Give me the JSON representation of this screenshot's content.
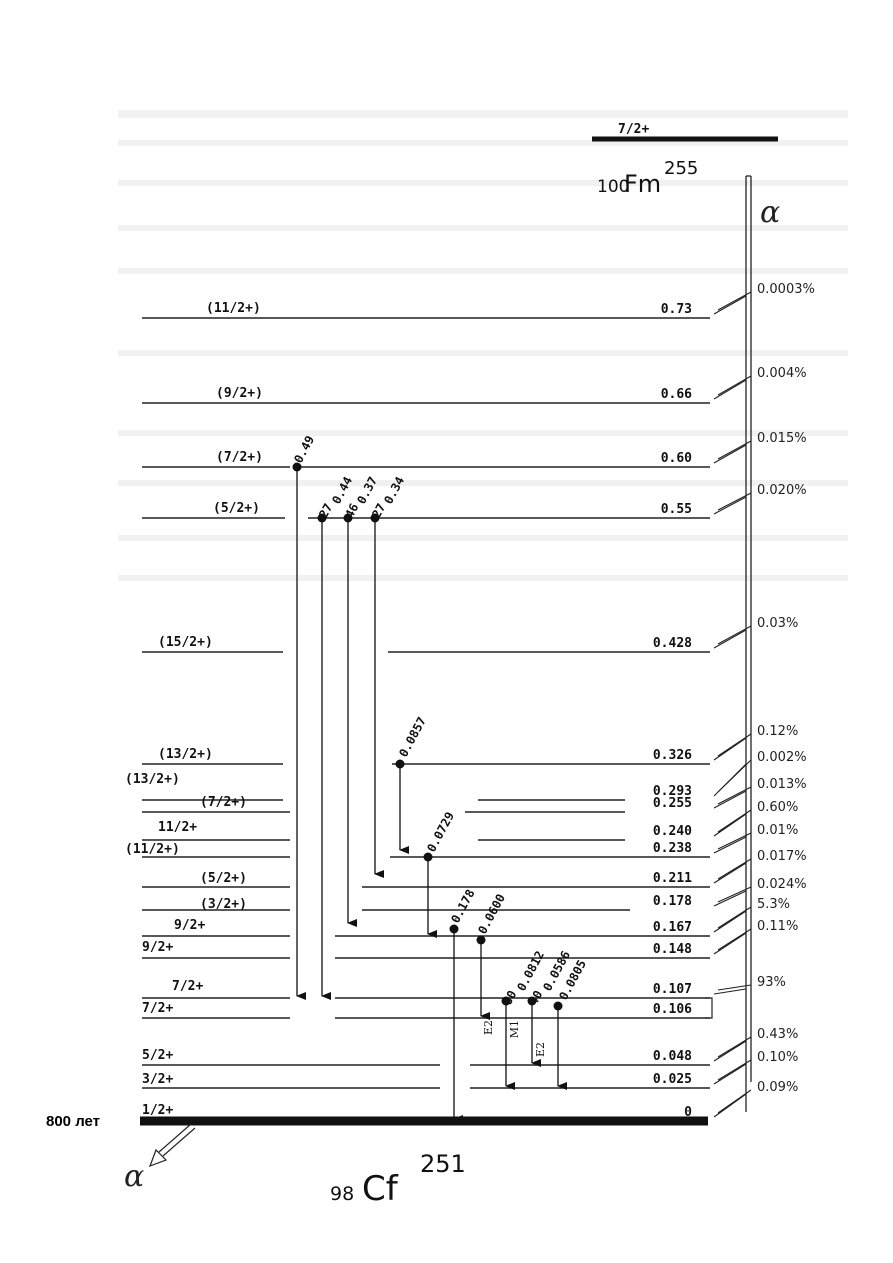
{
  "parent": {
    "z": "100",
    "symbol": "Fm",
    "a": "255",
    "spin": "7/2+"
  },
  "daughter": {
    "z": "98",
    "symbol": "Cf",
    "a": "251",
    "half_life": "800 лет"
  },
  "alpha_symbol": "α",
  "levels": [
    {
      "energy": "0.73",
      "spin": "(11/2+)",
      "alpha": "0.0003%"
    },
    {
      "energy": "0.66",
      "spin": "(9/2+)",
      "alpha": "0.004%"
    },
    {
      "energy": "0.60",
      "spin": "(7/2+)",
      "alpha": "0.015%"
    },
    {
      "energy": "0.55",
      "spin": "(5/2+)",
      "alpha": "0.020%"
    },
    {
      "energy": "0.428",
      "spin": "(15/2+)",
      "alpha": "0.03%"
    },
    {
      "energy": "0.326",
      "spin": "(13/2+)",
      "alpha": "0.12%"
    },
    {
      "energy": "0.293",
      "spin": "(13/2+)",
      "alpha": "0.002%"
    },
    {
      "energy": "0.255",
      "spin": "(7/2+)",
      "alpha": "0.013%"
    },
    {
      "energy": "0.240",
      "spin": "11/2+",
      "alpha": "0.60%"
    },
    {
      "energy": "0.238",
      "spin": "(11/2+)",
      "alpha": "0.01%"
    },
    {
      "energy": "0.211",
      "spin": "(5/2+)",
      "alpha": "0.017%"
    },
    {
      "energy": "0.178",
      "spin": "(3/2+)",
      "alpha": "0.024%"
    },
    {
      "energy": "0.167",
      "spin": "9/2+",
      "alpha": "5.3%"
    },
    {
      "energy": "0.148",
      "spin": "9/2+",
      "alpha": "0.11%"
    },
    {
      "energy": "0.107",
      "spin": "7/2+",
      "alpha": "93%"
    },
    {
      "energy": "0.106",
      "spin": "7/2+",
      "alpha": ""
    },
    {
      "energy": "0.048",
      "spin": "5/2+",
      "alpha": "0.43%"
    },
    {
      "energy": "0.025",
      "spin": "3/2+",
      "alpha": "0.10%"
    },
    {
      "energy": "0",
      "spin": "1/2+",
      "alpha": "0.09%"
    }
  ],
  "gammas": [
    {
      "energy": "0.49",
      "intensity": ""
    },
    {
      "energy": "0.44",
      "intensity": "27"
    },
    {
      "energy": "0.37",
      "intensity": "46"
    },
    {
      "energy": "0.34",
      "intensity": "27"
    },
    {
      "energy": "0.0857",
      "intensity": ""
    },
    {
      "energy": "0.0729",
      "intensity": ""
    },
    {
      "energy": "0.178",
      "intensity": ""
    },
    {
      "energy": "0.0600",
      "intensity": ""
    },
    {
      "energy": "0.0812",
      "intensity": "60",
      "multipolarity": "E2"
    },
    {
      "energy": "0.0586",
      "intensity": "40",
      "multipolarity": "M1"
    },
    {
      "energy": "0.0805",
      "intensity": "",
      "multipolarity": "E2"
    }
  ]
}
